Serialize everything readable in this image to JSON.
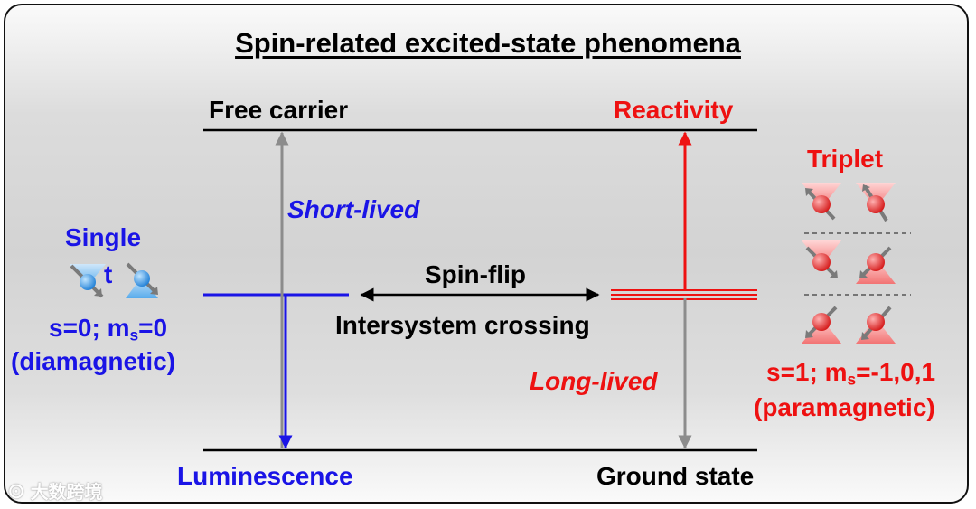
{
  "title": "Spin-related excited-state phenomena",
  "labels": {
    "free_carrier": "Free carrier",
    "reactivity": "Reactivity",
    "short_lived": "Short-lived",
    "long_lived": "Long-lived",
    "spin_flip": "Spin-flip",
    "isc": "Intersystem crossing",
    "luminescence": "Luminescence",
    "ground_state": "Ground state"
  },
  "singlet": {
    "name_part1": "Single",
    "name_part2": "t",
    "quantum_prefix": "s=0; m",
    "quantum_sub": "s",
    "quantum_suffix": "=0",
    "property": "(diamagnetic)"
  },
  "triplet": {
    "name": "Triplet",
    "quantum_prefix": "s=1; m",
    "quantum_sub": "s",
    "quantum_suffix": "=-1,0,1",
    "property": "(paramagnetic)"
  },
  "watermark": "大数跨境",
  "colors": {
    "blue": "#1a14e6",
    "red": "#ee1111",
    "gray_arrow": "#8c8c8c",
    "black": "#000000"
  }
}
